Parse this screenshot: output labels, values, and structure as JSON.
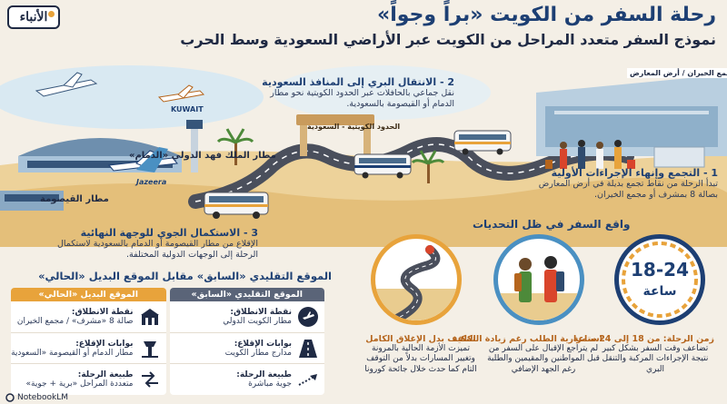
{
  "header": {
    "logo_text": "الأنباء",
    "title": "رحلة السفر من الكويت «براً وجواً»",
    "subtitle": "نموذج السفر متعدد المراحل من الكويت عبر الأراضي السعودية وسط الحرب"
  },
  "scene": {
    "kuwait_logo": "KUWAIT",
    "jazeera_logo": "Jazeera",
    "airport_fahd": "مطار الملك فهد الدولي «الدمام»",
    "airport_qaisumah": "مطار القيصومة",
    "border_sign": "الحدود الكويتية - السعودية",
    "gathering_sign": "مجمع الخيران / أرض المعارض"
  },
  "steps": [
    {
      "title": "1 - التجمع وإنهاء الإجراءات الأولية",
      "text": "تبدأ الرحلة من نقاط تجمع بديلة في أرض المعارض بصالة 8 بمشرف أو مجمع الخيران."
    },
    {
      "title": "2 - الانتقال البري إلى المنافذ السعودية",
      "text": "نقل جماعي بالحافلات عبر الحدود الكويتية نحو مطار الدمام أو القيصومة بالسعودية."
    },
    {
      "title": "3 - الاستكمال الجوي للوجهة النهائية",
      "text": "الإقلاع من مطار القيصومة أو الدمام بالسعودية لاستكمال الرحلة إلى الوجهات الدولية المختلفة."
    }
  ],
  "challenges": {
    "title": "واقع السفر في ظل التحديات",
    "clock_number": "18-24",
    "clock_unit": "ساعة",
    "items": [
      {
        "title": "التكيف بدل الإغلاق الكامل",
        "desc": "تميزت الأزمة الحالية بالمرونة وتغيير المسارات بدلاً من التوقف التام كما حدث خلال جائحة كورونا"
      },
      {
        "title": "استمرارية الطلب رغم زيادة التكلفة",
        "desc": "لم يتراجع الإقبال على السفر من قبل المواطنين والمقيمين والطلبة رغم الجهد الإضافي"
      },
      {
        "title": "زمن الرحلة: من 18 إلى 24 ساعة",
        "desc": "تضاعف وقت السفر بشكل كبير نتيجة الإجراءات المركبة والتنقل البري"
      }
    ]
  },
  "compare": {
    "title": "الموقع التقليدي «السابق» مقابل الموقع البديل «الحالي»",
    "traditional": {
      "head": "الموقع التقليدي «السابق»",
      "rows": [
        {
          "label": "نقطة الانطلاق:",
          "value": "مطار الكويت الدولي"
        },
        {
          "label": "بوابات الإقلاع:",
          "value": "مدارج مطار الكويت"
        },
        {
          "label": "طبيعة الرحلة:",
          "value": "جوية مباشرة"
        }
      ]
    },
    "alternative": {
      "head": "الموقع البديل «الحالي»",
      "rows": [
        {
          "label": "نقطة الانطلاق:",
          "value": "صالة 8 «مشرف» / مجمع الخيران"
        },
        {
          "label": "بوابات الإقلاع:",
          "value": "مطار الدمام أو القيصومة «السعودية»"
        },
        {
          "label": "طبيعة الرحلة:",
          "value": "متعددة المراحل «برية + جوية»"
        }
      ]
    }
  },
  "footer": {
    "brand": "NotebookLM"
  },
  "colors": {
    "navy": "#1d3f73",
    "orange": "#e8a33b",
    "sand": "#e9cc8f",
    "sky": "#cfe3ef",
    "road": "#4a4f5c"
  }
}
